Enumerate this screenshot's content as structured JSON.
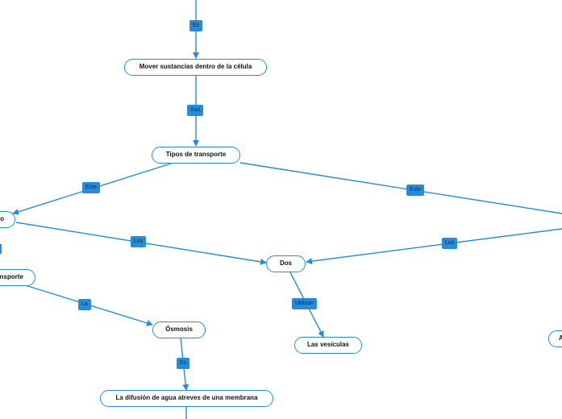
{
  "diagram": {
    "nodes": {
      "mover": "Mover sustancias dentro de la célula",
      "tipos": "Tipos de transporte",
      "left_top": "o",
      "left_transporte": "nsporte",
      "osmosis": "Ósmosis",
      "dos": "Dos",
      "vesiculas": "Las vesículas",
      "difusion": "La difusión de agua atreves de una membrana",
      "right_edge": "A"
    },
    "labels": {
      "es_top": "Es",
      "sus": "Sus",
      "este_left": "Este",
      "este_right": "Este",
      "los_left": "Los",
      "los_right": "Los",
      "la": "La",
      "utilizan": "Utilizan",
      "es_bottom": "Es"
    },
    "colors": {
      "line": "#2a8ad6",
      "label_bg": "#2a8ad6",
      "node_border": "#2a8ad6"
    }
  }
}
